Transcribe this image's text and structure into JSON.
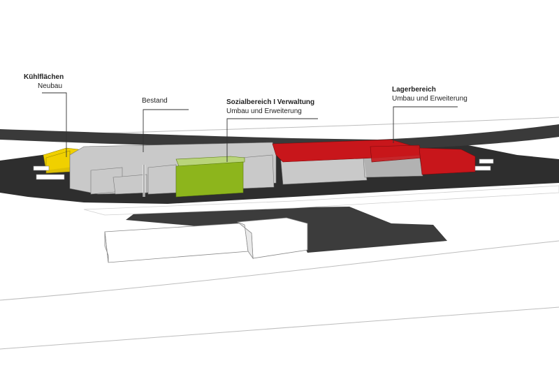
{
  "labels": {
    "kuehl": {
      "title": "Kühlflächen",
      "sub": "Neubau"
    },
    "bestand": {
      "title": "Bestand"
    },
    "sozial": {
      "title": "Sozialbereich  I Verwaltung",
      "sub": "Umbau und Erweiterung"
    },
    "lager": {
      "title": "Lagerbereich",
      "sub": "Umbau und Erweiterung"
    }
  },
  "colors": {
    "kuehl": "#f0d000",
    "bestand": "#c9c9c9",
    "sozial": "#8db51c",
    "lager": "#c8161b",
    "ground": "#2e2e2e"
  }
}
